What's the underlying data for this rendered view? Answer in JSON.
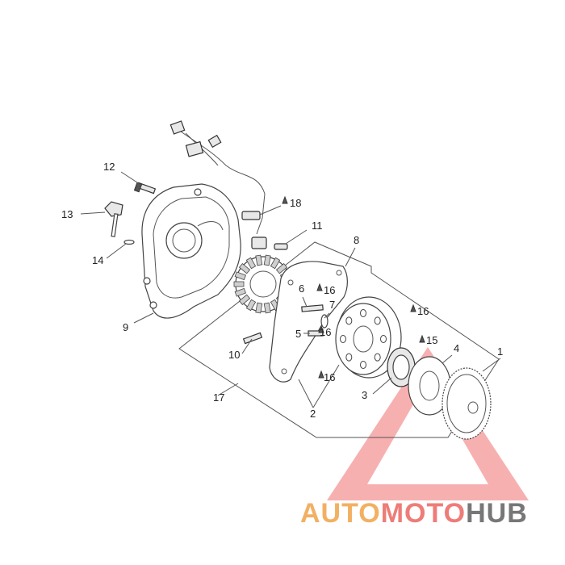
{
  "callouts": {
    "c1": "1",
    "c2": "2",
    "c3": "3",
    "c4": "4",
    "c5": "5",
    "c6": "6",
    "c7": "7",
    "c8": "8",
    "c9": "9",
    "c10": "10",
    "c11": "11",
    "c12": "12",
    "c13": "13",
    "c14": "14",
    "c15": "15",
    "c16a": "16",
    "c16b": "16",
    "c16c": "16",
    "c16d": "16",
    "c17": "17",
    "c18": "18"
  },
  "watermark": {
    "part1": "AUTO",
    "part2": "MOTO",
    "part3": "HUB"
  },
  "colors": {
    "logo_orange": "#f2b062",
    "logo_red": "#ee7c78",
    "logo_gray": "#777777",
    "triangle": "#f07070"
  }
}
